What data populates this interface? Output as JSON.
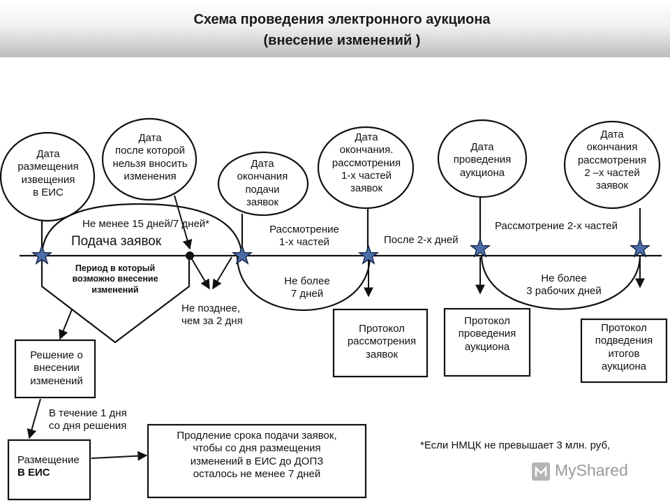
{
  "title": {
    "line1": "Схема проведения электронного аукциона",
    "line2": "(внесение изменений )"
  },
  "circles": {
    "posting": [
      "Дата",
      "размещения",
      "извещения",
      "в ЕИС"
    ],
    "no_changes": [
      "Дата",
      "после которой",
      "нельзя вносить",
      "изменения"
    ],
    "deadline": [
      "Дата",
      "окончания",
      "подачи",
      "заявок"
    ],
    "review1": [
      "Дата",
      "окончания.",
      "рассмотрения",
      "1-х частей",
      "заявок"
    ],
    "auction": [
      "Дата",
      "проведения",
      "аукциона"
    ],
    "review2": [
      "Дата",
      "окончания",
      "рассмотрения",
      "2 –х частей",
      "заявок"
    ]
  },
  "timeline": {
    "min_days": "Не менее 15 дней/7 дней*",
    "submission": "Подача заявок",
    "review1_title": [
      "Рассмотрение",
      "1-х частей"
    ],
    "after_2days": "После 2-х дней",
    "review2_title": "Рассмотрение 2-х частей",
    "period_box": [
      "Период в который",
      "возможно внесение",
      "изменений"
    ],
    "not_later": [
      "Не позднее,",
      "чем за  2 дня"
    ],
    "not_more_7": [
      "Не более",
      "7 дней"
    ],
    "not_more_3": [
      "Не более",
      "3 рабочих дней"
    ]
  },
  "boxes": {
    "protocol_review": [
      "Протокол",
      "рассмотрения",
      "заявок"
    ],
    "protocol_auction": [
      "Протокол",
      "проведения",
      "аукциона"
    ],
    "protocol_results": [
      "Протокол",
      "подведения",
      "итогов",
      "аукциона"
    ],
    "decision": [
      "Решение о",
      "внесении",
      "изменений"
    ],
    "within_day": [
      "В течение 1 дня",
      "со дня решения"
    ],
    "posting_eis": [
      "Размещение",
      "В ЕИС"
    ],
    "extension": [
      "Продление срока подачи заявок,",
      "чтобы со дня размещения",
      "изменений в ЕИС до ДОПЗ",
      "осталось не менее 7 дней"
    ]
  },
  "footnote": "*Если НМЦК не превышает 3 млн. руб,",
  "watermark": "MyShared",
  "colors": {
    "star": "#4a6ea8",
    "line": "#111111"
  }
}
